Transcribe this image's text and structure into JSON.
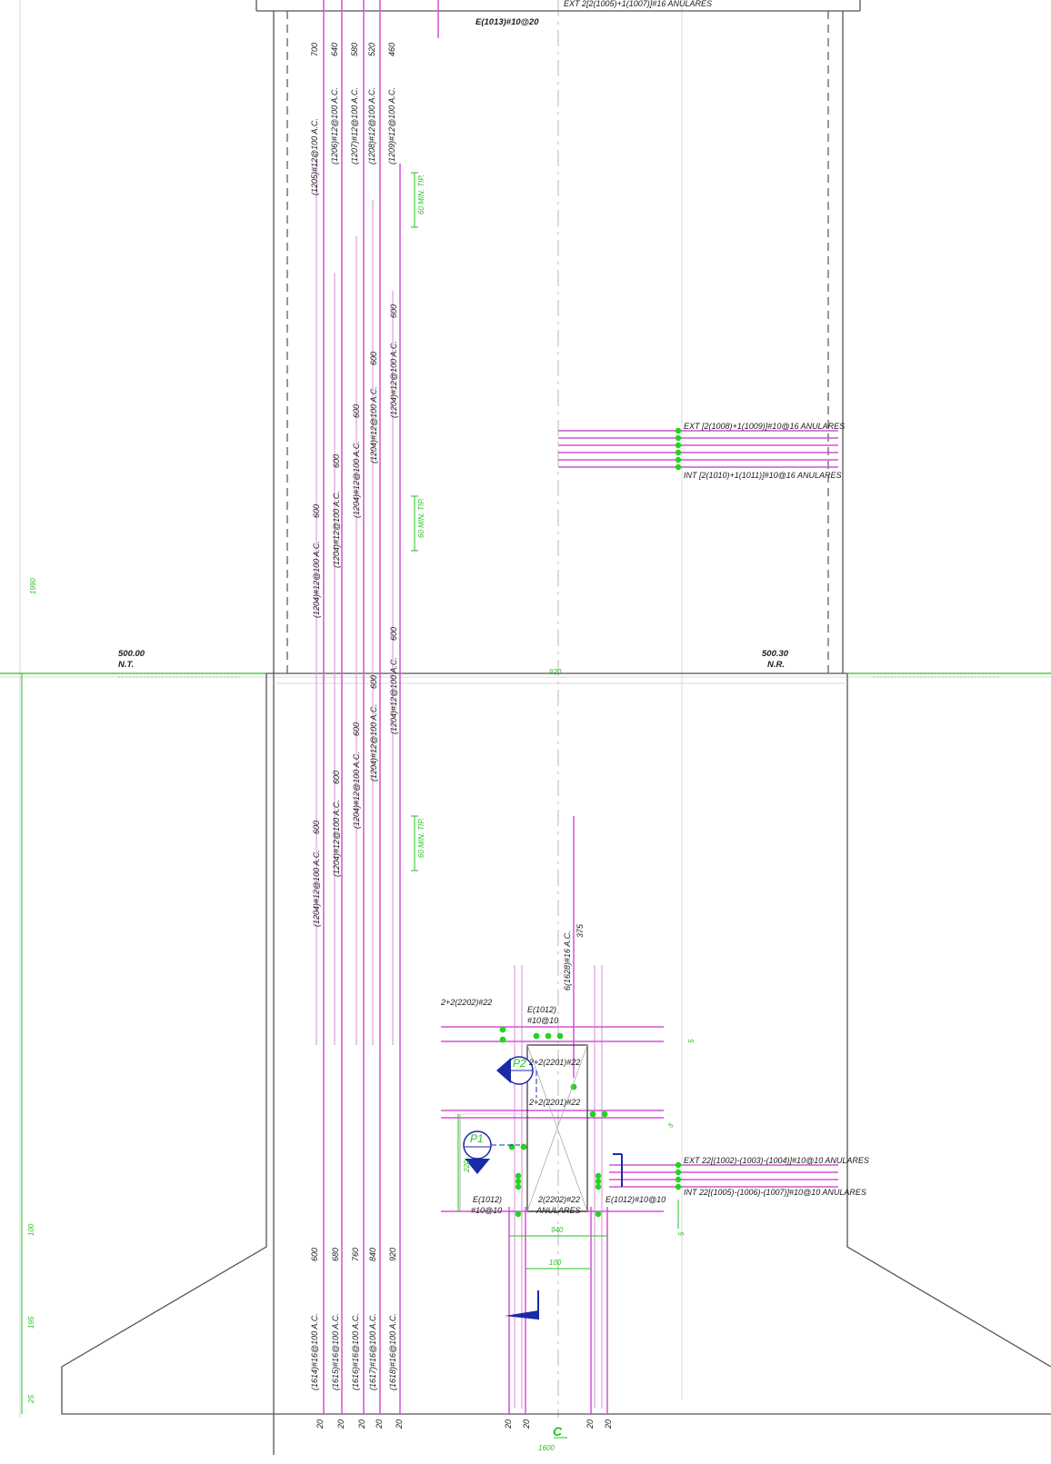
{
  "top_cut_label": "EXT 2[2(1005)+1(1007)]#16 ANULARES",
  "top_stirrup_label": "E(1013)#10@20",
  "upper_vertical_bars": [
    {
      "text": "(1205)#12@100 A.C.",
      "length": "700"
    },
    {
      "text": "(1206)#12@100 A.C.",
      "length": "640"
    },
    {
      "text": "(1207)#12@100 A.C.",
      "length": "580"
    },
    {
      "text": "(1208)#12@100 A.C.",
      "length": "520"
    },
    {
      "text": "(1209)#12@100 A.C.",
      "length": "460"
    }
  ],
  "splice_bars_group1": [
    {
      "text": "(1204)#12@100 A.C.",
      "length": "600"
    },
    {
      "text": "(1204)#12@100 A.C.",
      "length": "600"
    },
    {
      "text": "(1204)#12@100 A.C.",
      "length": "600"
    },
    {
      "text": "(1204)#12@100 A.C.",
      "length": "600"
    },
    {
      "text": "(1204)#12@100 A.C.",
      "length": "600"
    }
  ],
  "splice_bars_group2": [
    {
      "text": "(1204)#12@100 A.C.",
      "length": "600"
    },
    {
      "text": "(1204)#12@100 A.C.",
      "length": "600"
    },
    {
      "text": "(1204)#12@100 A.C.",
      "length": "600"
    },
    {
      "text": "(1204)#12@100 A.C.",
      "length": "600"
    },
    {
      "text": "(1204)#12@100 A.C.",
      "length": "600"
    }
  ],
  "splice_marks": [
    "60 MIN. TIP.",
    "60 MIN. TIP.",
    "60 MIN. TIP."
  ],
  "ring_ext_mid": "EXT [2(1008)+1(1009)]#10@16 ANULARES",
  "ring_int_mid": "INT [2(1010)+1(1011)]#10@16 ANULARES",
  "ring_ext_low": "EXT 22[(1002)-(1003)-(1004)]#10@10 ANULARES",
  "ring_int_low": "INT 22[(1005)-(1006)-(1007)]#10@10 ANULARES",
  "dim_left_total": "1990",
  "dim_mid_width": "920",
  "dim_opening_height": "220",
  "dim_footing_1": "100",
  "dim_footing_2": "195",
  "dim_footing_3": "25",
  "dim_bottom_940": "940",
  "dim_bottom_100": "100",
  "dim_overall_bottom": "1600",
  "dim_small_5a": "5",
  "dim_small_5b": "5",
  "dim_small_5c": "5",
  "bottom_cover": [
    "20",
    "20",
    "20",
    "20",
    "20",
    "20",
    "20",
    "20",
    "20"
  ],
  "centerline_symbol": "C",
  "dowel_label": "6(1628)#16 A.C.",
  "dowel_length": "375",
  "section_p1": "P1",
  "section_p2": "P2",
  "opening_top_left": "2+2(2202)#22",
  "opening_top_stirrup_1": "E(1012)",
  "opening_top_stirrup_2": "#10@10",
  "opening_inner_1": "2+2(2201)#22",
  "opening_inner_2": "2+2(2201)#22",
  "opening_left_stirrup_1": "E(1012)",
  "opening_left_stirrup_2": "#10@10",
  "opening_bottom_1": "2(2202)#22",
  "opening_bottom_2": "ANULARES",
  "opening_right_stirrup": "E(1012)#10@10",
  "level_left_value": "500.00",
  "level_left_name": "N.T.",
  "level_right_value": "500.30",
  "level_right_name": "N.R.",
  "footing_bars": [
    {
      "text": "(1614)#16@100 A.C.",
      "length": "600"
    },
    {
      "text": "(1615)#16@100 A.C.",
      "length": "680"
    },
    {
      "text": "(1616)#16@100 A.C.",
      "length": "760"
    },
    {
      "text": "(1617)#16@100 A.C.",
      "length": "840"
    },
    {
      "text": "(1618)#16@100 A.C.",
      "length": "920"
    }
  ],
  "colors": {
    "rebar": "#d452d4",
    "dimension": "#22c51c",
    "section_marker": "#1a2aa8",
    "concrete": "#555555"
  }
}
